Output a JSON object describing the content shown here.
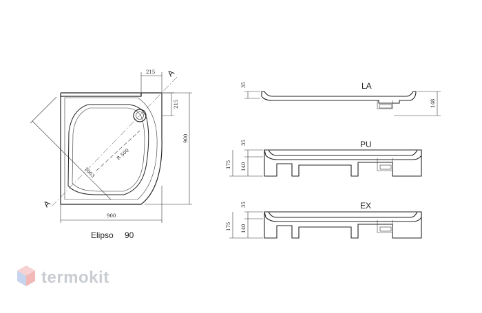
{
  "plan": {
    "model_label": "Elipso",
    "size_label": "90",
    "dim_width": "900",
    "dim_height": "900",
    "dim_top_offset": "215",
    "dim_side_offset": "215",
    "dim_diagonal": "1063",
    "dim_radius": "R 500",
    "section_mark_a": "A",
    "section_mark_b": "A"
  },
  "profiles": [
    {
      "label": "LA",
      "dim_top": "35",
      "dim_right": "148"
    },
    {
      "label": "PU",
      "dim_top": "35",
      "dim_total": "175",
      "dim_inner": "140"
    },
    {
      "label": "EX",
      "dim_top": "35",
      "dim_total": "175",
      "dim_inner": "140"
    }
  ],
  "brand": {
    "name": "termokit"
  }
}
